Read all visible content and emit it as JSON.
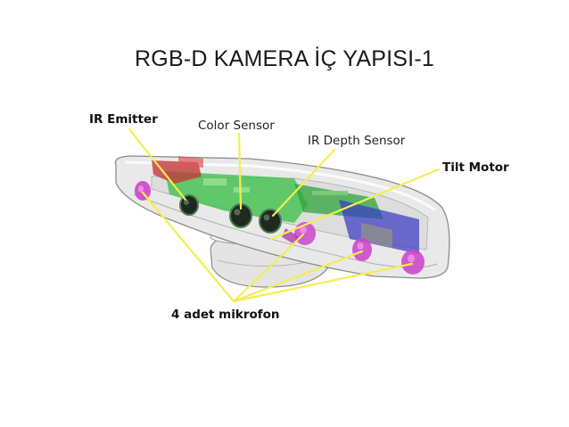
{
  "slide": {
    "title": "RGB-D KAMERA İÇ YAPISI-1"
  },
  "diagram": {
    "labels": {
      "ir_emitter": "IR Emitter",
      "color_sensor": "Color Sensor",
      "ir_depth_sensor": "IR Depth Sensor",
      "tilt_motor": "Tilt Motor",
      "microphones": "4 adet mikrofon"
    },
    "colors": {
      "leader_line": "#f2ef4f",
      "body": "#e6e6e6",
      "outline": "#8c8c8c",
      "pcb_green": "#3cc24a",
      "emitter_red": "#c43a3a",
      "mic_magenta": "#cc45c8",
      "motor_blue": "#3a3ac4",
      "lens": "#1c2a20"
    }
  }
}
